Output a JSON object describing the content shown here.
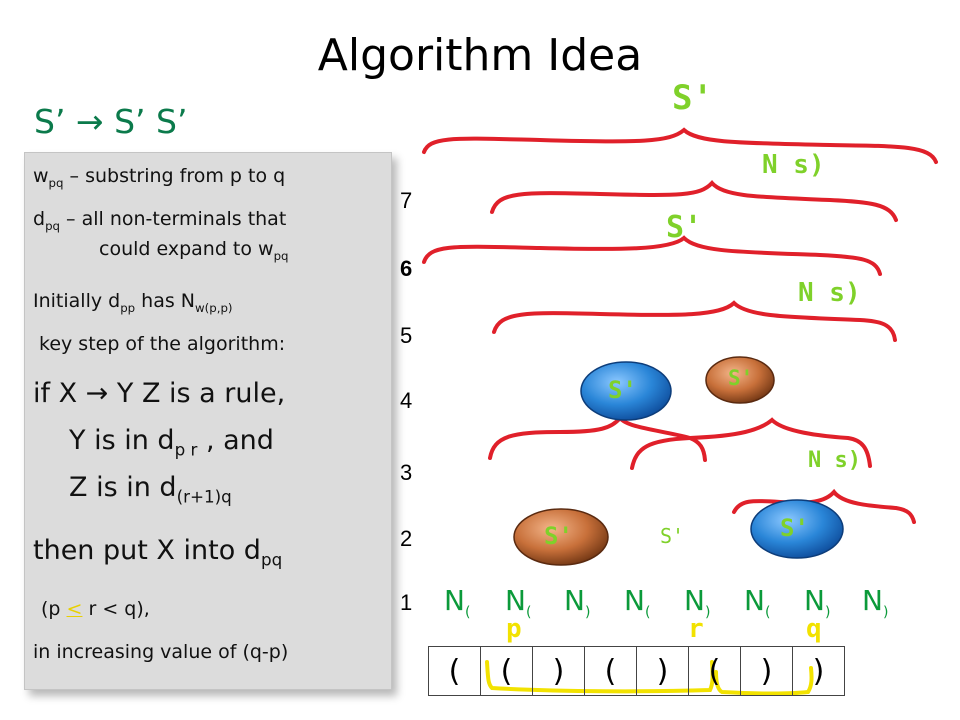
{
  "title": "Algorithm Idea",
  "rule_heading": "S’  → S’ S’",
  "panel": {
    "l1_a": "w",
    "l1_sub": "pq",
    "l1_b": " – substring from p to q",
    "l2_a": "d",
    "l2_sub": "pq",
    "l2_b": " – all non-terminals that",
    "l3_a": "could expand to w",
    "l3_sub": "pq",
    "l4_a": "Initially  d",
    "l4_sub": "pp",
    "l4_b": " has N",
    "l4_sub2": "w(p,p)",
    "l5": "key step of the algorithm:",
    "l6": "if  X  → Y Z  is a rule,",
    "l7_a": "Y is in d",
    "l7_sub": "p r",
    "l7_b": "  , and",
    "l8_a": "Z is in d",
    "l8_sub": "(r+1)q",
    "l9_a": "then put X into d",
    "l9_sub": "pq",
    "l10_a": "(p ",
    "l10_op": "<",
    "l10_b": " r < q),",
    "l11": "in increasing value of (q-p)"
  },
  "row_numbers": [
    "7",
    "6",
    "5",
    "4",
    "3",
    "2",
    "1"
  ],
  "n_labels": [
    {
      "base": "N",
      "sub": "("
    },
    {
      "base": "N",
      "sub": "("
    },
    {
      "base": "N",
      "sub": ")"
    },
    {
      "base": "N",
      "sub": "("
    },
    {
      "base": "N",
      "sub": ")"
    },
    {
      "base": "N",
      "sub": "("
    },
    {
      "base": "N",
      "sub": ")"
    },
    {
      "base": "N",
      "sub": ")"
    }
  ],
  "tokens": [
    "(",
    "(",
    ")",
    "(",
    ")",
    "(",
    ")",
    ")"
  ],
  "handwritten": {
    "s_top": "S'",
    "n_7": "N s)",
    "s_6": "S'",
    "n_5": "N s)",
    "n_3": "N s)",
    "s_2_plain": "S'",
    "p": "p",
    "r": "r",
    "q": "q"
  },
  "bubbles": {
    "blue_4": "S'",
    "brown_4": "S'",
    "brown_2": "S'",
    "blue_2": "S'"
  },
  "colors": {
    "rule_green": "#0b7a4b",
    "n_green": "#0b9a3a",
    "brace_red": "#e0202a",
    "hand_green": "#7fd12a",
    "yellow": "#f2e200",
    "bubble_blue": "#2a86d8",
    "bubble_brown": "#c8703a"
  }
}
